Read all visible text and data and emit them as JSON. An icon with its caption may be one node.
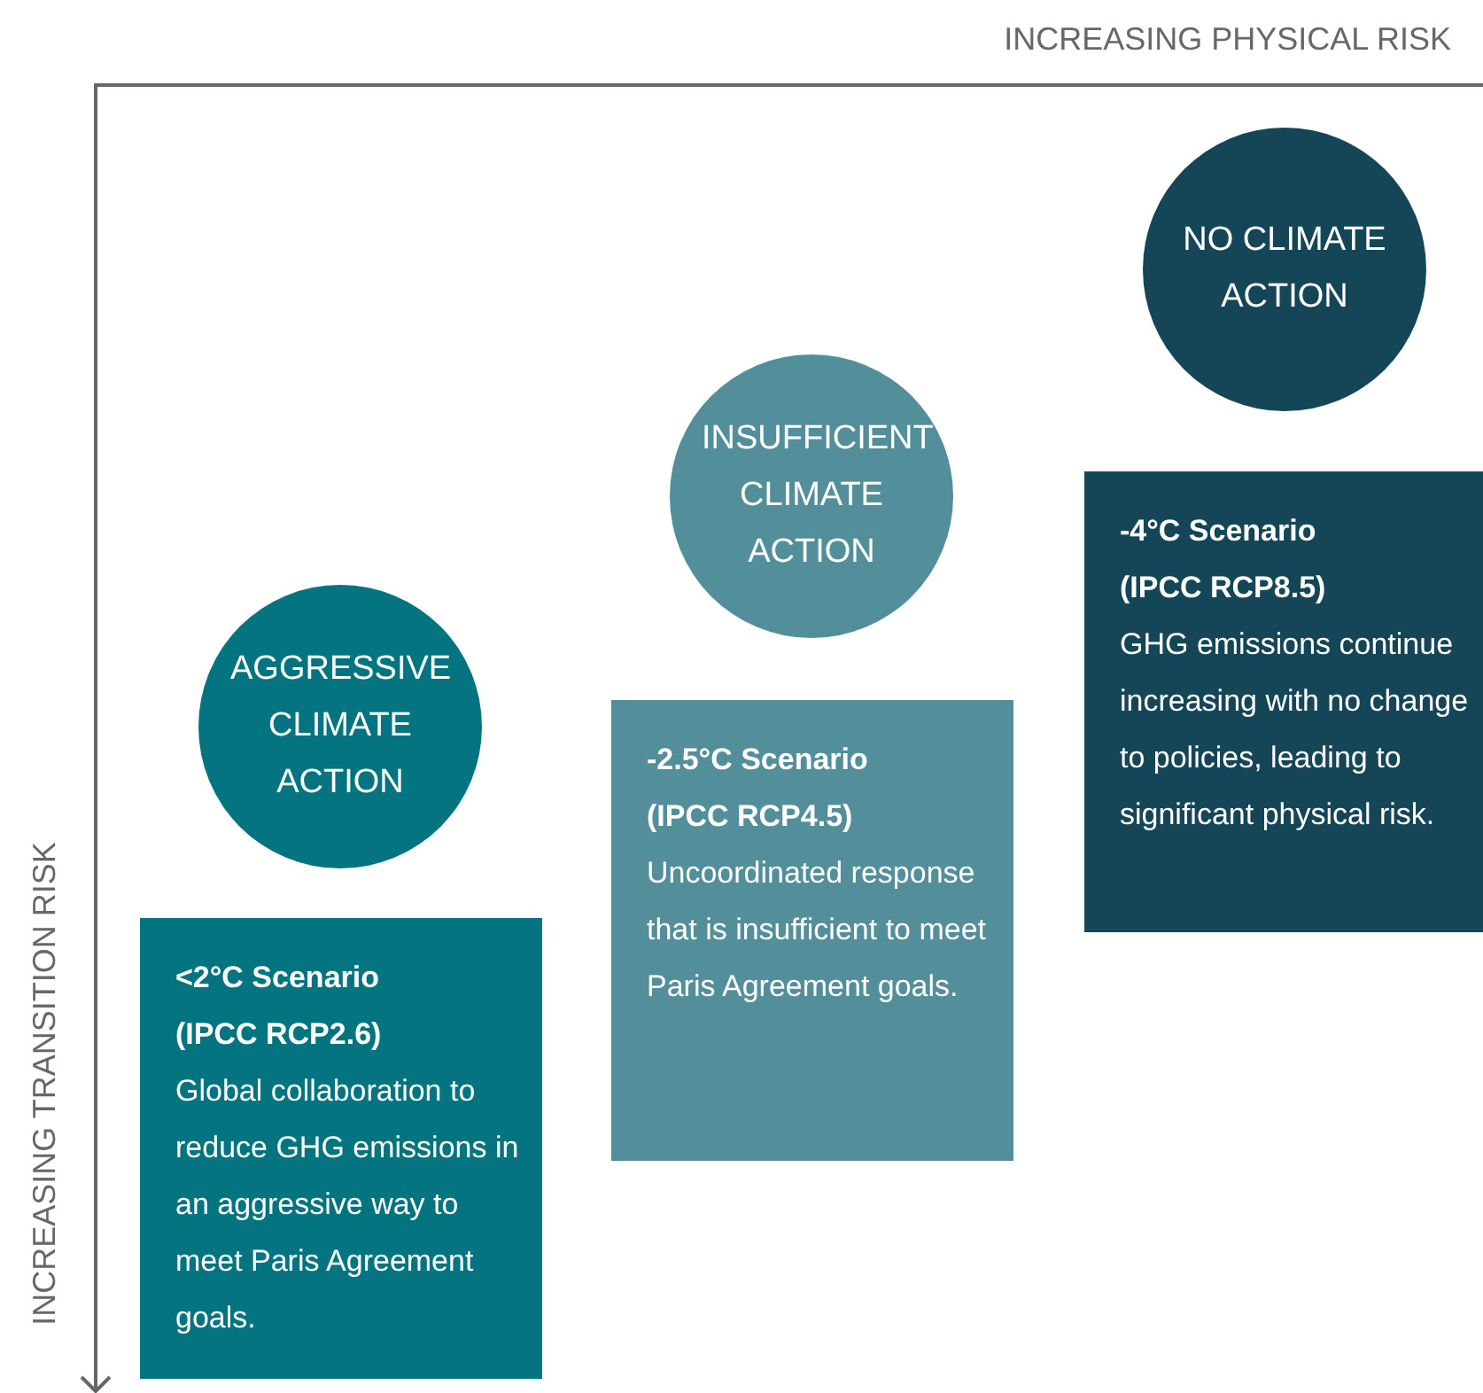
{
  "diagram": {
    "nodes": [
      {
        "text": [
          "AGGRESSIVE CLIMATE ACTION"
        ]
      },
      {
        "text": [
          "<2°C Scenario (IPCC RCP2.6)",
          "Global collaboration to reduce GHG emissions in an aggressive way to meet Paris Agreement goals."
        ]
      },
      {
        "text": [
          "INSUFFICIENT CLIMATE ACTION"
        ]
      },
      {
        "text": [
          "-2.5°C Scenario (IPCC RCP4.5)",
          "Uncoordinated response that is insufficient to meet Paris Agreement goals."
        ]
      },
      {
        "text": [
          "NO CLIMATE ACTION"
        ]
      },
      {
        "text": [
          "-4°C Scenario (IPCC RCP8.5)",
          "GHG emissions continue increasing with no change to policies, leading to significant physical risk."
        ]
      }
    ],
    "edges": [],
    "labels": [
      "INCREASING PHYSICAL RISK",
      "INCREASING TRANSITION RISK"
    ]
  }
}
